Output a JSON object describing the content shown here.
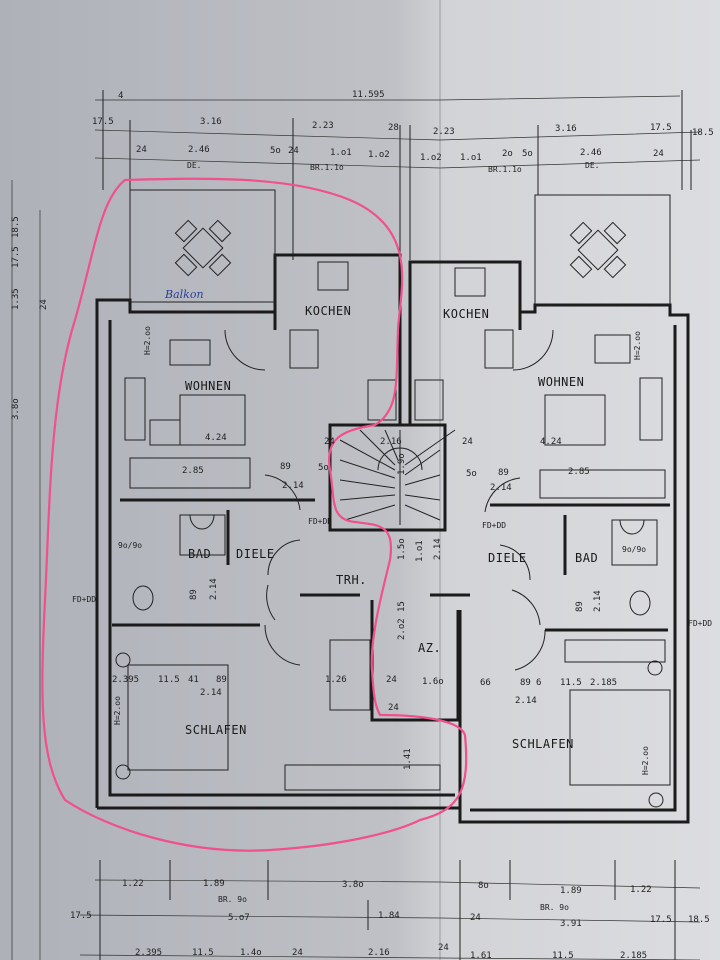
{
  "document": {
    "type": "floor plan",
    "colors": {
      "paper": "#b8bbc1",
      "ink": "#1b1b1b",
      "highlight": "#f0508c",
      "handwriting": "#2a3f9a"
    }
  },
  "rooms": {
    "balkon": "Balkon",
    "kochen_left": "KOCHEN",
    "kochen_right": "KOCHEN",
    "wohnen_left": "WOHNEN",
    "wohnen_right": "WOHNEN",
    "bad_left": "BAD",
    "bad_right": "BAD",
    "diele_left": "DIELE",
    "diele_right": "DIELE",
    "treppenhaus": "TRH.",
    "arbeitszimmer": "AZ.",
    "schlafen_left": "SCHLAFEN",
    "schlafen_right": "SCHLAFEN"
  },
  "notes": {
    "de_left": "DE.",
    "de_right": "DE.",
    "br_top_left": "BR.1.1o",
    "br_top_right": "BR.1.1o",
    "br_bottom_left": "BR. 9o",
    "br_bottom_right": "BR. 9o",
    "shower_left": "9o/9o",
    "shower_right": "9o/9o",
    "fd_left": "FD+DD",
    "fd_right": "FD+DD",
    "fd_edge_left": "FD+DD",
    "fd_edge_right": "FD+DD",
    "h_left_wohnen": "H=2.oo",
    "h_right_wohnen": "H=2.oo",
    "h_left_schlafen": "H=2.oo",
    "h_right_schlafen": "H=2.oo"
  },
  "dimensions": {
    "top_row1": [
      "4",
      "11.595"
    ],
    "top_row2": [
      "17.5",
      "3.16",
      "2.23",
      "28",
      "2.23",
      "3.16",
      "17.5",
      "18.5"
    ],
    "top_row3": [
      "24",
      "2.46",
      "5o",
      "24",
      "1.o1",
      "1.o2",
      "1.o2",
      "1.o1",
      "2o",
      "5o",
      "2.46",
      "24"
    ],
    "bottom_row1": [
      "1.22",
      "1.89",
      "3.8o",
      "8o",
      "1.89",
      "1.22"
    ],
    "bottom_row2": [
      "17.5",
      "5.o7",
      "1.84",
      "24",
      "3.91",
      "17.5",
      "18.5"
    ],
    "bottom_row3": [
      "2.395",
      "11.5",
      "1.4o",
      "24",
      "2.16",
      "24",
      "1.61",
      "11.5",
      "2.185"
    ],
    "left_side": [
      "18.5",
      "17.5",
      "1.35",
      "24",
      "3.8o"
    ],
    "interior": [
      "4.24",
      "4.24",
      "2.85",
      "2.85",
      "89",
      "2.14",
      "5o",
      "89",
      "2.14",
      "5o",
      "24",
      "24",
      "2.16",
      "1.9o",
      "1.5o",
      "1.o1",
      "2.14",
      "15",
      "2.o2",
      "1.6o",
      "89",
      "2.14",
      "89",
      "2.14",
      "2.395",
      "11.5",
      "41",
      "89",
      "1.26",
      "2.14",
      "24",
      "24",
      "66",
      "89",
      "6",
      "11.5",
      "2.185",
      "2.14",
      "1.41"
    ]
  }
}
